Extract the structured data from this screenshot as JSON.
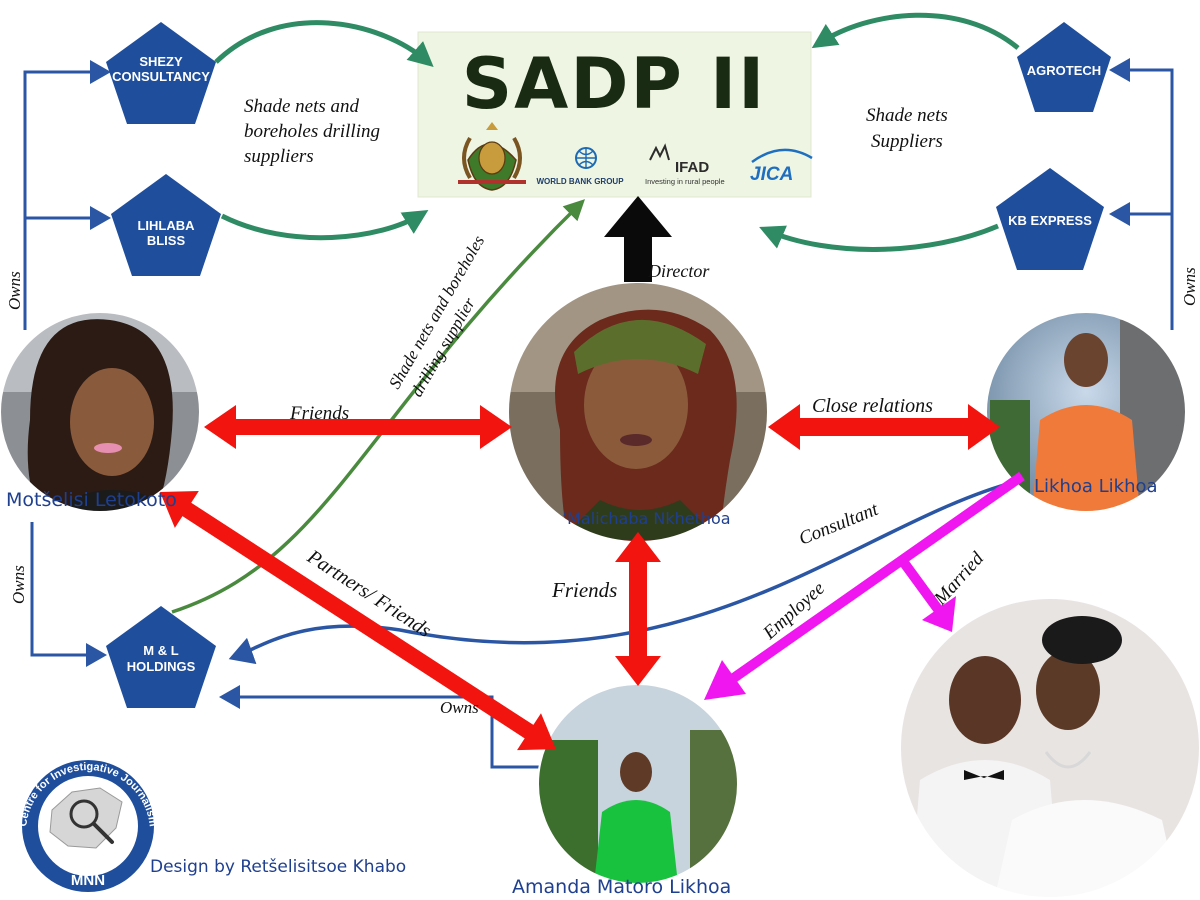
{
  "sadp": {
    "title": "SADP II",
    "logos": [
      "lesotho-coat-of-arms",
      "world-bank-group",
      "ifad",
      "jica"
    ],
    "worldbank_label": "WORLD BANK GROUP",
    "ifad_label": "IFAD",
    "ifad_tagline": "Investing in rural people",
    "jica_label": "JICA"
  },
  "nodes": {
    "shezy": [
      "SHEZY",
      "CONSULTANCY"
    ],
    "lihlaba": [
      "LIHLABA",
      "BLISS"
    ],
    "agrotech": [
      "AGROTECH"
    ],
    "kb": [
      "KB EXPRESS"
    ],
    "ml": [
      "M & L",
      "HOLDINGS"
    ]
  },
  "people": {
    "motselisi": "Motšelisi Letokoto",
    "malichaba": "’Malichaba Nkhethoa",
    "likhoa": "Likhoa Likhoa",
    "amanda": "Amanda Matoro Likhoa"
  },
  "labels": {
    "left_suppliers": [
      "Shade nets and",
      "boreholes drilling",
      "suppliers"
    ],
    "right_suppliers": [
      "Shade nets",
      "Suppliers"
    ],
    "diag_supplier": [
      "Shade nets and boreholes",
      "drilling supplier"
    ],
    "director": "Director",
    "friends_top": "Friends",
    "close_relations": "Close relations",
    "friends_mid": "Friends",
    "partners": "Partners/ Friends",
    "consultant": "Consultant",
    "employee": "Employee",
    "married": "Married",
    "owns_left_top": "Owns",
    "owns_left_bottom": "Owns",
    "owns_right": "Owns",
    "owns_bottom": "Owns"
  },
  "cij": {
    "ring_text": "Centre for Investigative Journalism",
    "abbr": "MNN"
  },
  "credit": "Design by Retšelisitsoe Khabo",
  "colors": {
    "pentagon": "#1e4e9c",
    "blue_arrow": "#2a56a4",
    "green_arrow": "#2e8b63",
    "red_arrow": "#f2140e",
    "magenta_arrow": "#f016f0",
    "name_text": "#1f3f8f",
    "sadp_box": "#eef5e3"
  }
}
